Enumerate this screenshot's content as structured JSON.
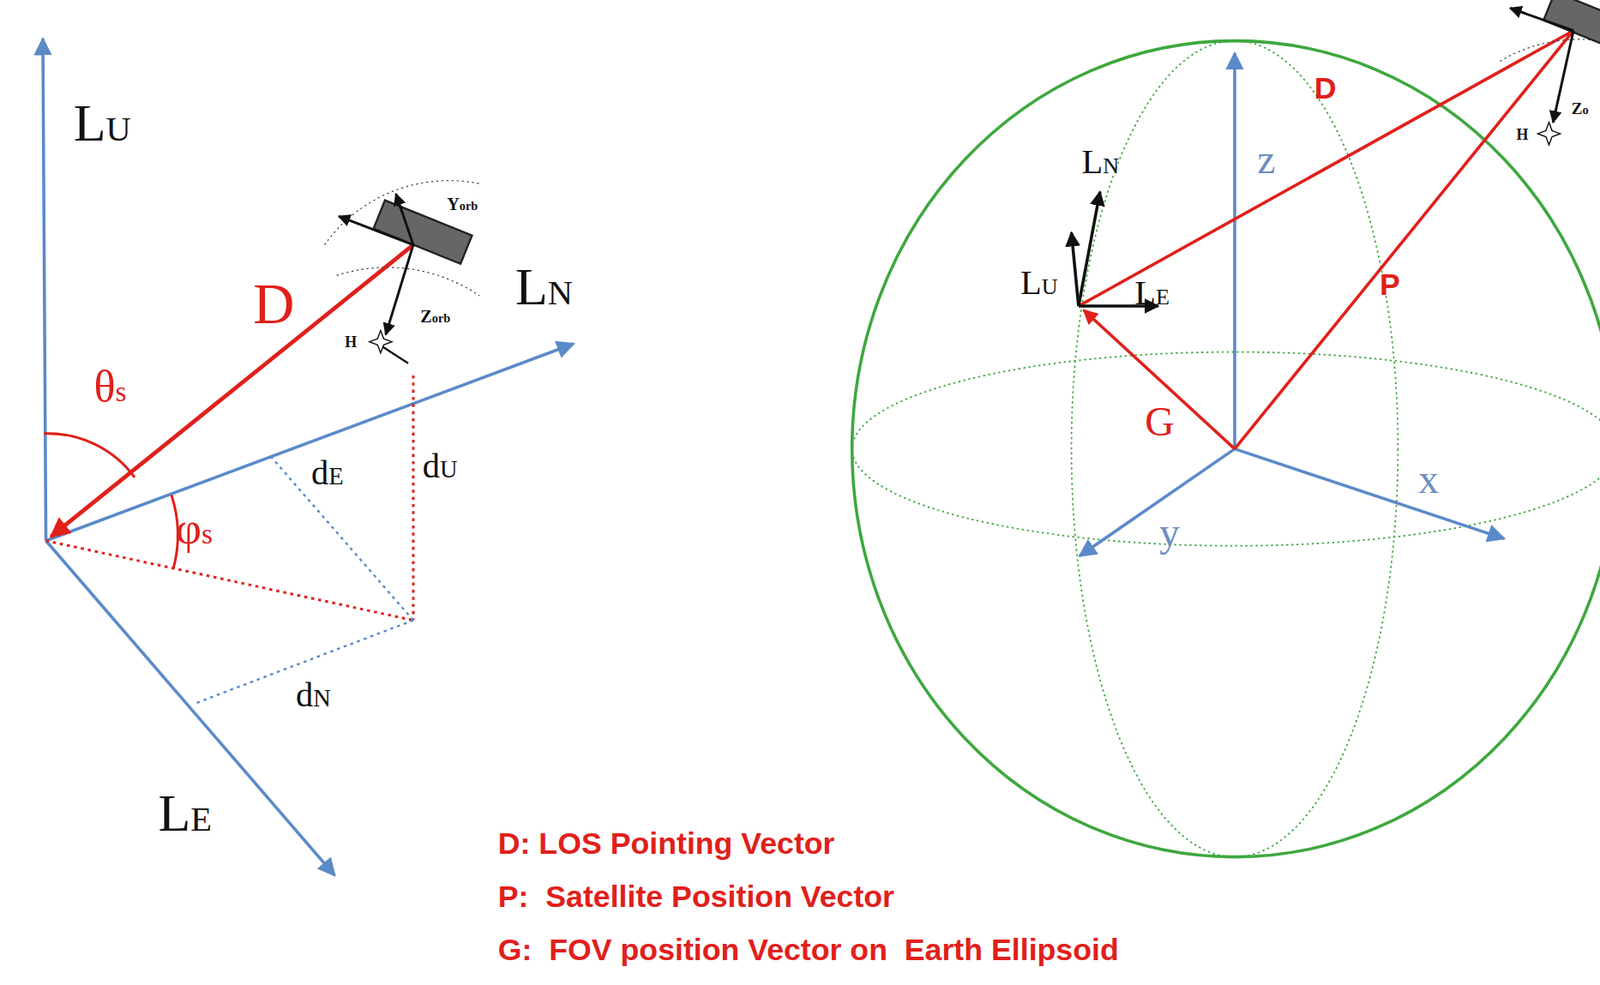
{
  "diagram": {
    "labels": [
      "LU",
      "LN",
      "LE",
      "D",
      "θs",
      "φs",
      "dE",
      "dU",
      "dN",
      "Yorb",
      "Zorb",
      "H",
      "D",
      "P",
      "LN",
      "LU",
      "LE",
      "G",
      "z",
      "x",
      "y",
      "Zo",
      "H",
      "D: LOS Pointing Vector",
      "P:  Satellite Position Vector",
      "G:  FOV position Vector on  Earth Ellipsoid"
    ]
  }
}
